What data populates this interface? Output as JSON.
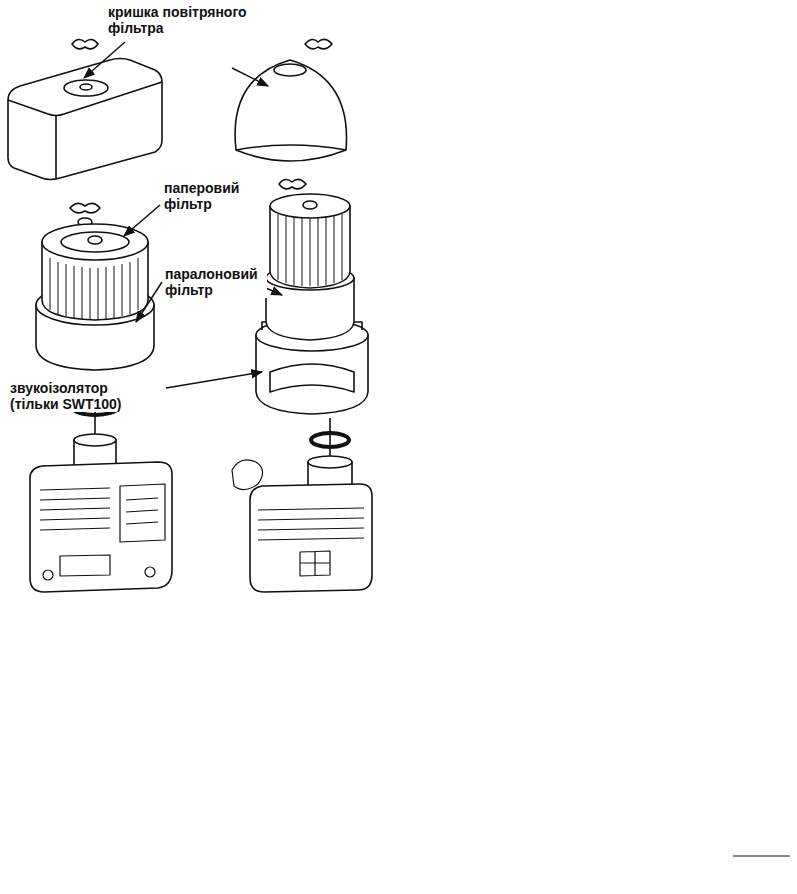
{
  "diagram": {
    "labels": [
      "кришка повітряного фільтра",
      "паперовий фільтр",
      "паралоновий фільтр",
      "звукоізолятор (тільки SWT100)"
    ]
  }
}
